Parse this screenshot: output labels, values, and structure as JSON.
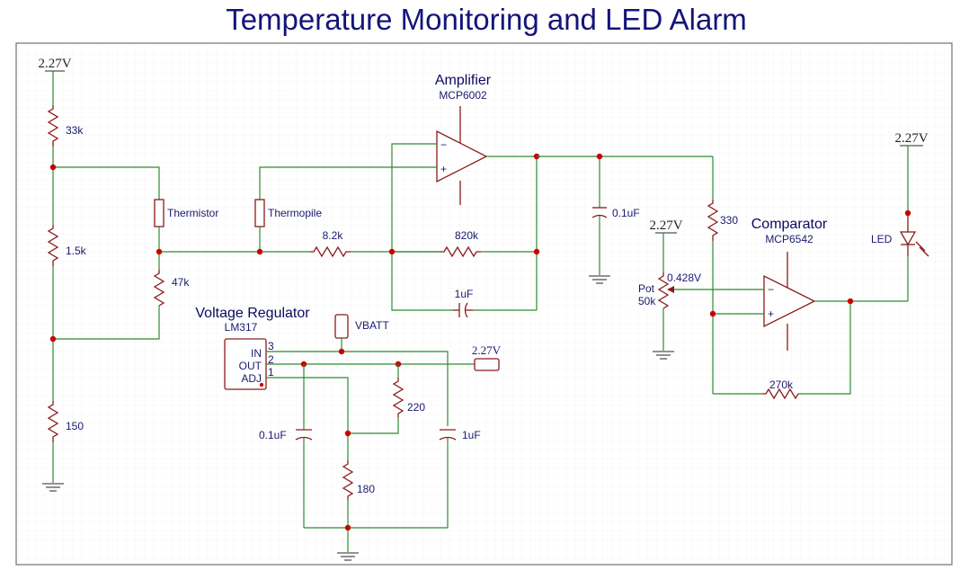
{
  "title": "Temperature Monitoring and LED Alarm",
  "rails": {
    "supply_left": "2.27V",
    "supply_pot": "2.27V",
    "supply_led": "2.27V",
    "reg_out": "2.27V"
  },
  "labels": {
    "amplifier": "Amplifier",
    "amplifier_part": "MCP6002",
    "comparator": "Comparator",
    "comparator_part": "MCP6542",
    "regulator": "Voltage Regulator",
    "regulator_part": "LM317",
    "vbatt": "VBATT",
    "pot_voltage": "0.428V"
  },
  "components": {
    "r33k": "33k",
    "r1_5k": "1.5k",
    "r150": "150",
    "r47k": "47k",
    "thermistor": "Thermistor",
    "thermopile": "Thermopile",
    "r8_2k": "8.2k",
    "r820k": "820k",
    "c1uf_fb": "1uF",
    "c0_1uf_out": "0.1uF",
    "r330": "330",
    "pot_name": "Pot",
    "pot_value": "50k",
    "led": "LED",
    "r270k": "270k",
    "r220": "220",
    "r180": "180",
    "c0_1uf_reg": "0.1uF",
    "c1uf_reg": "1uF"
  },
  "regulator_pins": {
    "in": "IN",
    "out": "OUT",
    "adj": "ADJ",
    "pin3": "3",
    "pin2": "2",
    "pin1": "1"
  },
  "opamp_signs": {
    "minus": "−",
    "plus": "+"
  }
}
